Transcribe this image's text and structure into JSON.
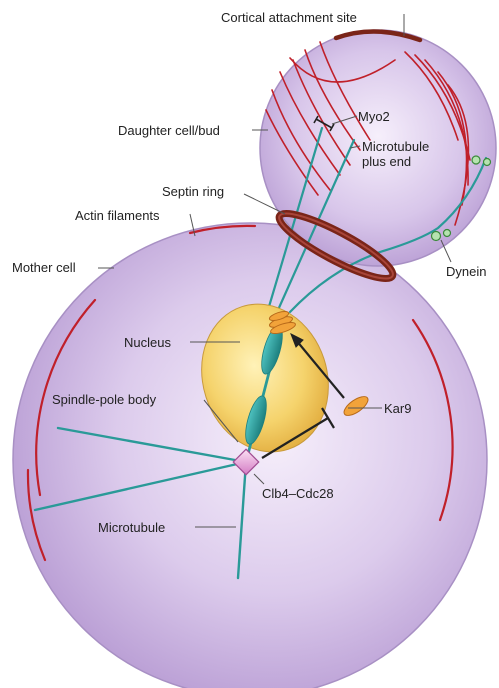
{
  "labels": {
    "cortical_attachment_site": "Cortical attachment site",
    "myo2": "Myo2",
    "microtubule_plus_end_1": "Microtubule",
    "microtubule_plus_end_2": "plus end",
    "daughter_cell": "Daughter cell/bud",
    "septin_ring": "Septin ring",
    "actin_filaments": "Actin filaments",
    "mother_cell": "Mother cell",
    "dynein": "Dynein",
    "nucleus": "Nucleus",
    "spindle_pole_body": "Spindle-pole body",
    "kar9": "Kar9",
    "clb4_cdc28": "Clb4–Cdc28",
    "microtubule": "Microtubule"
  },
  "colors": {
    "cell_fill": "#c9b3de",
    "cell_edge": "#a890c4",
    "actin": "#c0202a",
    "microtubule": "#2a9a98",
    "nucleus": "#f1c65a",
    "septin": "#7a2418",
    "kar9": "#f2a33a",
    "spb": "#e8a0d8"
  }
}
